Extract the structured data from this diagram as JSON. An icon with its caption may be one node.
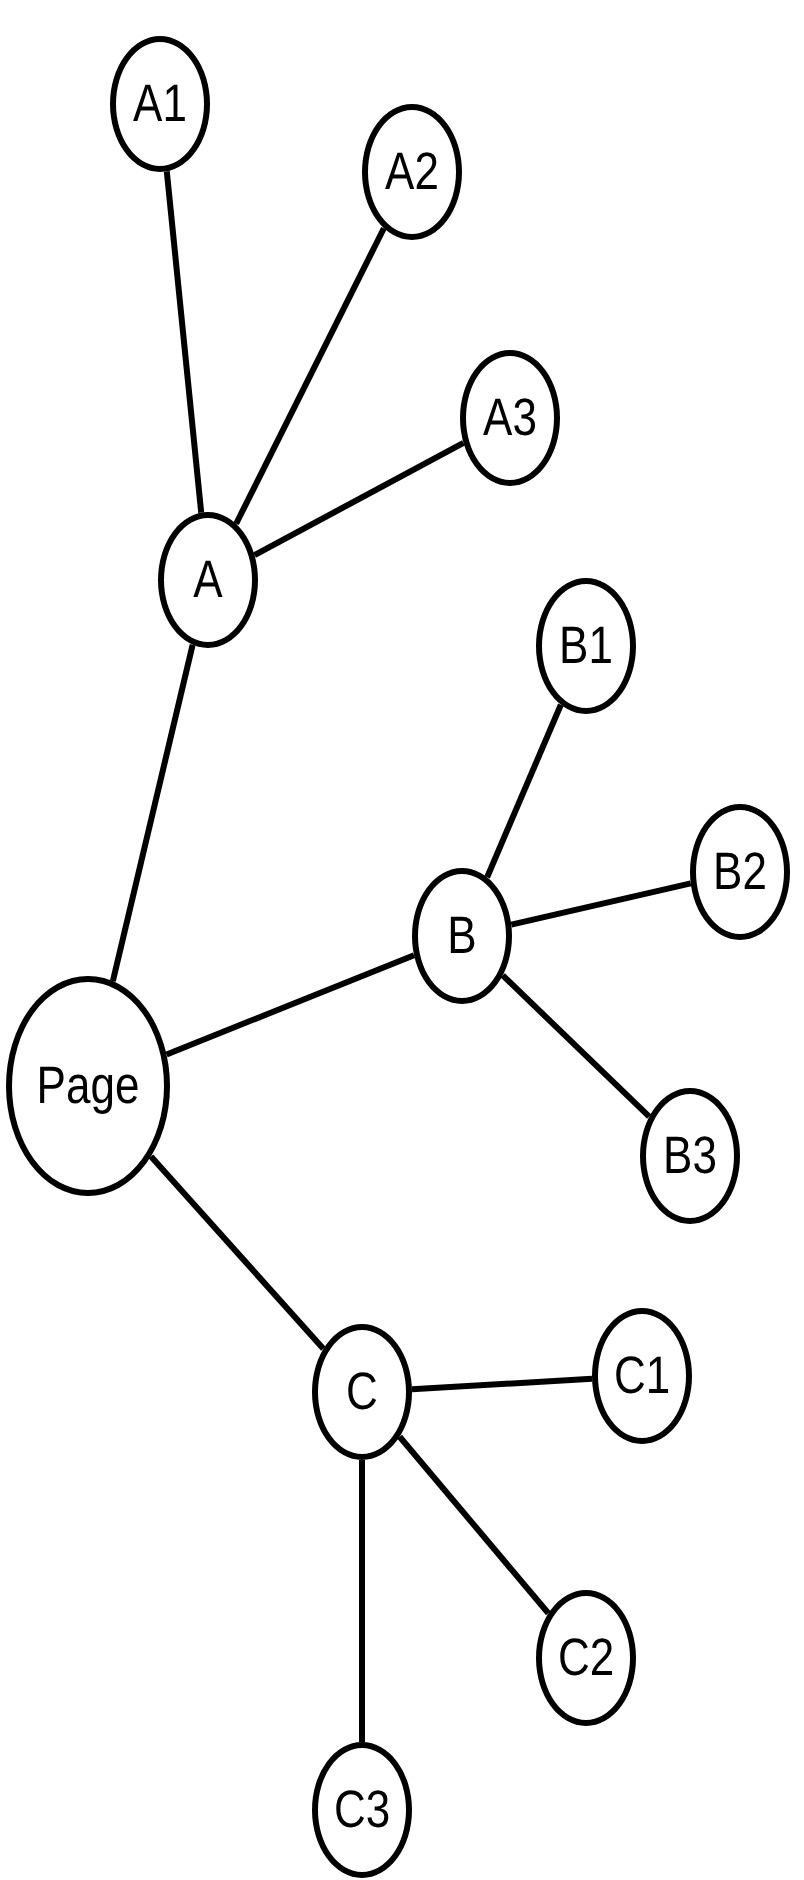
{
  "diagram": {
    "nodes": [
      {
        "text": [
          "Page"
        ]
      },
      {
        "text": [
          "A"
        ]
      },
      {
        "text": [
          "A1"
        ]
      },
      {
        "text": [
          "A2"
        ]
      },
      {
        "text": [
          "A3"
        ]
      },
      {
        "text": [
          "B"
        ]
      },
      {
        "text": [
          "B1"
        ]
      },
      {
        "text": [
          "B2"
        ]
      },
      {
        "text": [
          "B3"
        ]
      },
      {
        "text": [
          "C"
        ]
      },
      {
        "text": [
          "C1"
        ]
      },
      {
        "text": [
          "C2"
        ]
      },
      {
        "text": [
          "C3"
        ]
      }
    ],
    "edges": [
      {
        "from": 0,
        "to": 1,
        "arrow": "none"
      },
      {
        "from": 1,
        "to": 2,
        "arrow": "none"
      },
      {
        "from": 1,
        "to": 3,
        "arrow": "none"
      },
      {
        "from": 1,
        "to": 4,
        "arrow": "none"
      },
      {
        "from": 0,
        "to": 5,
        "arrow": "none"
      },
      {
        "from": 5,
        "to": 6,
        "arrow": "none"
      },
      {
        "from": 5,
        "to": 7,
        "arrow": "none"
      },
      {
        "from": 5,
        "to": 8,
        "arrow": "none"
      },
      {
        "from": 0,
        "to": 9,
        "arrow": "none"
      },
      {
        "from": 9,
        "to": 10,
        "arrow": "none"
      },
      {
        "from": 9,
        "to": 11,
        "arrow": "none"
      },
      {
        "from": 9,
        "to": 12,
        "arrow": "none"
      }
    ]
  }
}
